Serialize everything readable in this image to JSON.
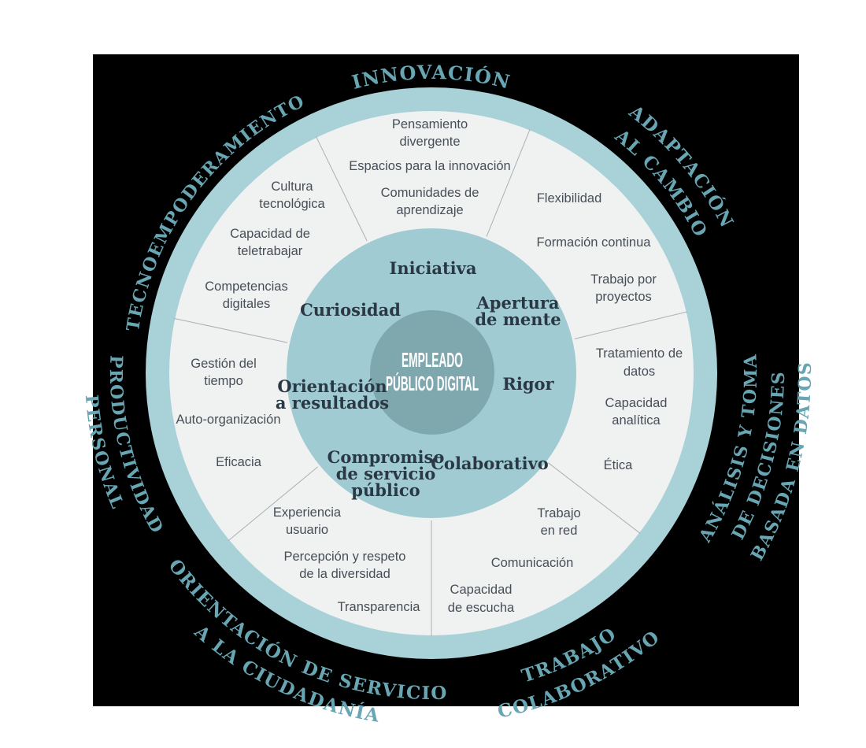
{
  "diagram": {
    "title": "EMPLEADO PÚBLICO DIGITAL",
    "center": {
      "line1": "EMPLEADO",
      "line2": "PÚBLICO DIGITAL"
    },
    "sectors": [
      {
        "id": "innovacion",
        "arc_lines": [
          "INNOVACIÓN"
        ],
        "trait_lines": [
          "Iniciativa"
        ],
        "skills": [
          {
            "lines": [
              "Pensamiento",
              "divergente"
            ]
          },
          {
            "lines": [
              "Espacios para la innovación"
            ]
          },
          {
            "lines": [
              "Comunidades de",
              "aprendizaje"
            ]
          }
        ]
      },
      {
        "id": "adaptacion-al-cambio",
        "arc_lines": [
          "ADAPTACIÓN",
          "AL CAMBIO"
        ],
        "trait_lines": [
          "Apertura",
          "de mente"
        ],
        "skills": [
          {
            "lines": [
              "Flexibilidad"
            ]
          },
          {
            "lines": [
              "Formación continua"
            ]
          },
          {
            "lines": [
              "Trabajo por",
              "proyectos"
            ]
          }
        ]
      },
      {
        "id": "analisis-datos",
        "arc_lines": [
          "ANÁLISIS Y TOMA",
          "DE DECISIONES",
          "BASADA EN DATOS"
        ],
        "trait_lines": [
          "Rigor"
        ],
        "skills": [
          {
            "lines": [
              "Tratamiento de",
              "datos"
            ]
          },
          {
            "lines": [
              "Capacidad",
              "analítica"
            ]
          },
          {
            "lines": [
              "Ética"
            ]
          }
        ]
      },
      {
        "id": "trabajo-colaborativo",
        "arc_lines": [
          "TRABAJO",
          "COLABORATIVO"
        ],
        "trait_lines": [
          "Colaborativo"
        ],
        "skills": [
          {
            "lines": [
              "Trabajo",
              "en red"
            ]
          },
          {
            "lines": [
              "Comunicación"
            ]
          },
          {
            "lines": [
              "Capacidad",
              "de escucha"
            ]
          }
        ]
      },
      {
        "id": "orientacion-servicio",
        "arc_lines": [
          "ORIENTACIÓN DE SERVICIO",
          "A LA CIUDADANÍA"
        ],
        "trait_lines": [
          "Compromiso",
          "de servicio",
          "público"
        ],
        "skills": [
          {
            "lines": [
              "Experiencia",
              "usuario"
            ]
          },
          {
            "lines": [
              "Percepción y respeto",
              "de la diversidad"
            ]
          },
          {
            "lines": [
              "Transparencia"
            ]
          }
        ]
      },
      {
        "id": "productividad-personal",
        "arc_lines": [
          "PRODUCTIVIDAD",
          "PERSONAL"
        ],
        "trait_lines": [
          "Orientación",
          "a resultados"
        ],
        "skills": [
          {
            "lines": [
              "Gestión del",
              "tiempo"
            ]
          },
          {
            "lines": [
              "Auto-organización"
            ]
          },
          {
            "lines": [
              "Eficacia"
            ]
          }
        ]
      },
      {
        "id": "tecnoempoderamiento",
        "arc_lines": [
          "TECNOEMPODERAMIENTO"
        ],
        "trait_lines": [
          "Curiosidad"
        ],
        "skills": [
          {
            "lines": [
              "Cultura",
              "tecnológica"
            ]
          },
          {
            "lines": [
              "Capacidad de",
              "teletrabajar"
            ]
          },
          {
            "lines": [
              "Competencias",
              "digitales"
            ]
          }
        ]
      }
    ],
    "colors": {
      "page_background": "#ffffff",
      "panel_background": "#000000",
      "outer_ring_teal": "#a8d1d8",
      "light_disc": "#f0f1f1",
      "middle_circle_teal": "#a0cbd2",
      "core_circle": "#7ea7ae",
      "arc_text_teal": "#68a6b4",
      "trait_text_navy": "#2a3844",
      "skill_text_gray": "#474e57",
      "center_text": "#ffffff",
      "divider_gray": "#9ea4a8"
    }
  }
}
